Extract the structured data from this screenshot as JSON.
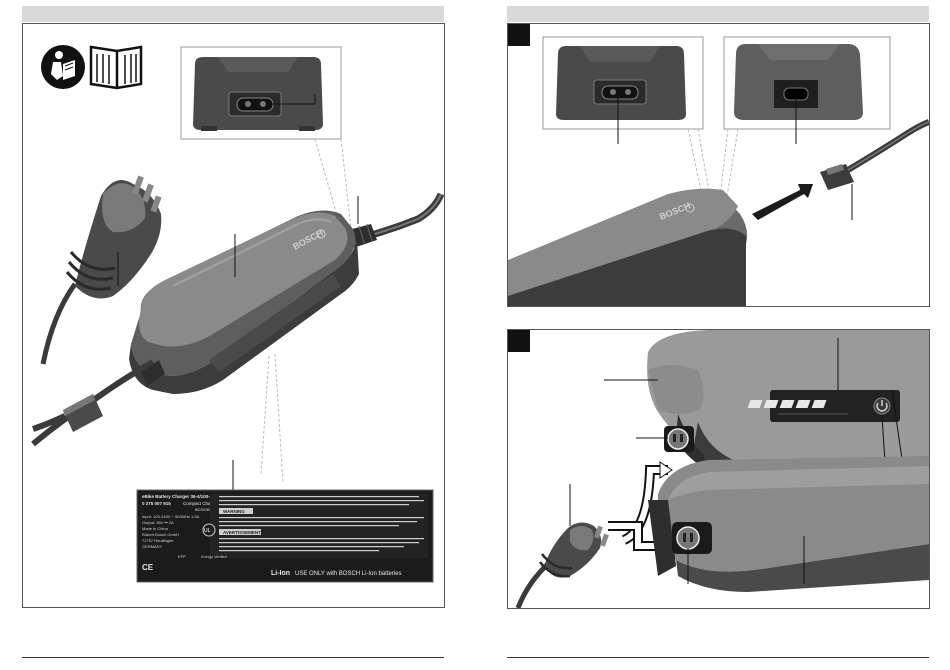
{
  "label": {
    "title": "eBike Battery Charger 36-4/100-240",
    "part_no": "0 275 007 915",
    "model_name": "Compact Charger",
    "model": "BCS230",
    "input": "Input: 100-240V ~ 50/60Hz 1.5A",
    "output": "Output: 36V ⎓ 2A",
    "origin": "Made in China",
    "company": "Robert Bosch GmbH",
    "address": "72757 Reutlingen",
    "country": "GERMANY",
    "warning": "WARNING",
    "avertissement": "AVERTISSEMENT",
    "energy": "Energy Verified",
    "footer_liion": "Li-Ion",
    "footer_text": "USE ONLY with BOSCH Li-Ion batteries",
    "code": "EFP",
    "ul": "UL"
  },
  "charger": {
    "logo": "BOSCH"
  },
  "battery": {
    "logo": "BOSCH"
  },
  "colors": {
    "header_bar": "#d9d9d9",
    "device_dark": "#3d3d3d",
    "device_mid": "#6b6b6b",
    "device_light": "#8a8a8a",
    "badge": "#111111"
  },
  "icons": [
    "read-manual-icon",
    "book-icon",
    "power-icon",
    "arrow-icon"
  ]
}
